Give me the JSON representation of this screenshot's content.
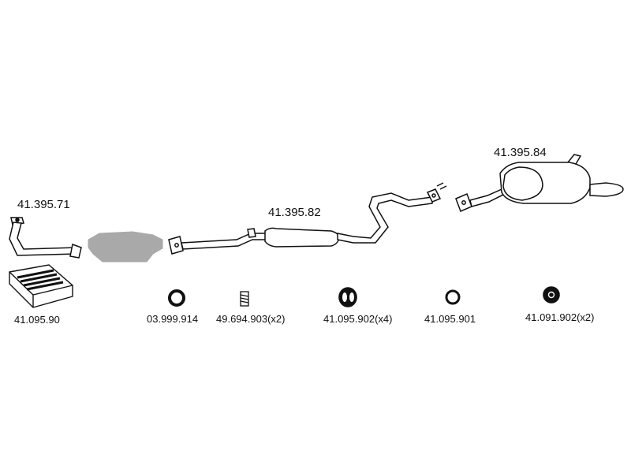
{
  "colors": {
    "ink": "#111111",
    "pipe_fill": "#ffffff",
    "gray": "#a9a9a9"
  },
  "labels": {
    "front_pipe": "41.395.71",
    "mounting_kit": "41.095.90",
    "middle_silencer": "41.395.82",
    "rear_silencer": "41.395.84",
    "gasket_ring": "03.999.914",
    "spring": "49.694.903(x2)",
    "rubber_mount": "41.095.902(x4)",
    "seal_ring": "41.095.901",
    "rubber_hanger": "41.091.902(x2)"
  },
  "icons": {
    "catalyst": "catalytic-converter-placeholder-icon",
    "kit": "mounting-kit-box-icon"
  }
}
